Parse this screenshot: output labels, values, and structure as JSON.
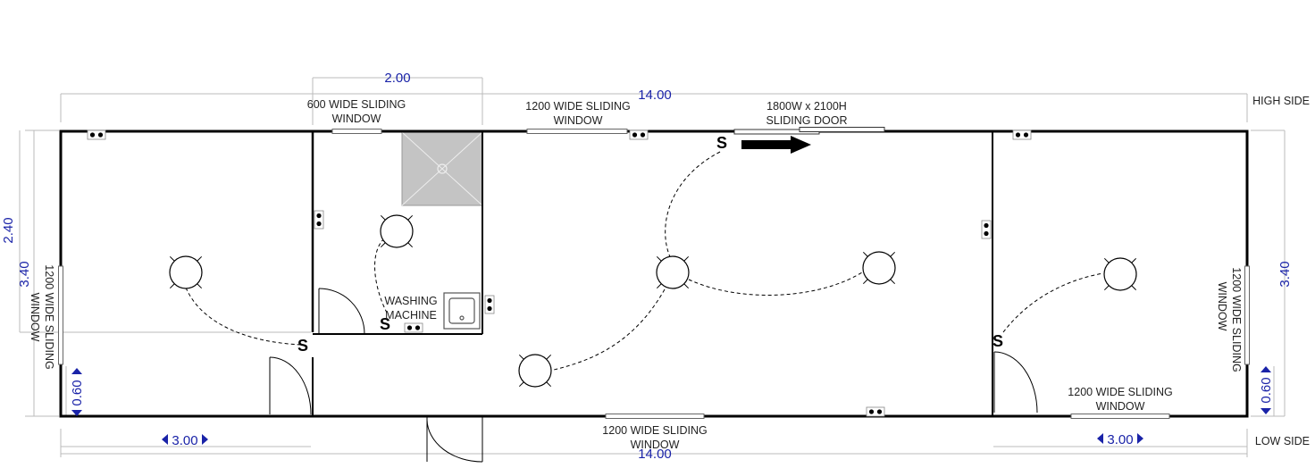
{
  "dimensions": {
    "top_total": "14.00",
    "bottom_total": "14.00",
    "bathroom_width": "2.00",
    "left_width": "3.00",
    "right_width": "3.00",
    "height_left": "3.40",
    "height_right": "3.40",
    "bathroom_depth": "2.40",
    "offset_left": "0.60",
    "offset_right": "0.60"
  },
  "sides": {
    "high": "HIGH SIDE",
    "low": "LOW SIDE"
  },
  "windows": {
    "bathroom_top": [
      "600 WIDE SLIDING",
      "WINDOW"
    ],
    "main_top": [
      "1200 WIDE SLIDING",
      "WINDOW"
    ],
    "main_bottom": [
      "1200 WIDE SLIDING",
      "WINDOW"
    ],
    "right_bottom": [
      "1200 WIDE SLIDING",
      "WINDOW"
    ],
    "left_wall": [
      "1200 WIDE SLIDING",
      "WINDOW"
    ],
    "right_wall": [
      "1200 WIDE SLIDING",
      "WINDOW"
    ]
  },
  "door": [
    "1800W x 2100H",
    "SLIDING DOOR"
  ],
  "appliance": [
    "WASHING",
    "MACHINE"
  ],
  "switch_symbol": "S"
}
